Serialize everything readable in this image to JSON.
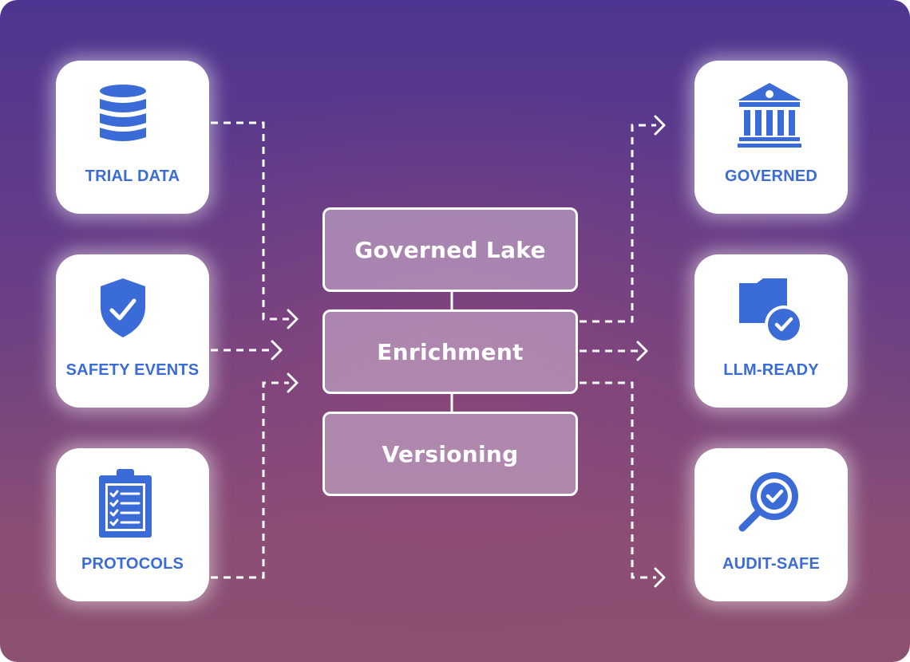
{
  "inputs": [
    {
      "label": "TRIAL DATA",
      "icon": "database-icon"
    },
    {
      "label": "SAFETY EVENTS",
      "icon": "shield-check-icon"
    },
    {
      "label": "PROTOCOLS",
      "icon": "clipboard-checklist-icon"
    }
  ],
  "pipeline": [
    {
      "label": "Governed Lake"
    },
    {
      "label": "Enrichment"
    },
    {
      "label": "Versioning"
    }
  ],
  "outputs": [
    {
      "label": "GOVERNED",
      "icon": "institution-icon"
    },
    {
      "label": "LLM-READY",
      "icon": "folder-check-icon"
    },
    {
      "label": "AUDIT-SAFE",
      "icon": "magnifier-check-icon"
    }
  ],
  "colors": {
    "icon_blue": "#3a6bd6",
    "label_blue": "#3a6bd6",
    "background_top": "#4e3591",
    "background_bottom": "#8c5070"
  }
}
